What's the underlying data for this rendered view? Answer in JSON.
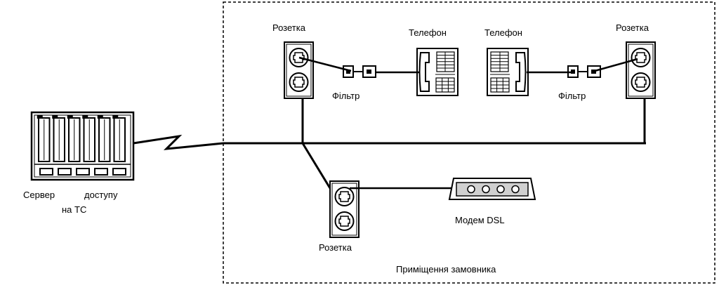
{
  "labels": {
    "outlet_top_left": "Розетка",
    "outlet_top_right": "Розетка",
    "outlet_bottom": "Розетка",
    "phone_left": "Телефон",
    "phone_right": "Телефон",
    "filter_left": "Фільтр",
    "filter_right": "Фільтр",
    "server_line1_a": "Сервер",
    "server_line1_b": "доступу",
    "server_line2": "на ТС",
    "modem": "Модем DSL",
    "premises": "Приміщення замовника"
  },
  "icons": {
    "server": "access-server-rack",
    "outlet": "wall-phone-socket",
    "filter": "dsl-splitter-filter",
    "phone": "desk-telephone",
    "modem": "dsl-modem",
    "link": "lightning-zigzag-link"
  },
  "colors": {
    "stroke": "#000000",
    "modem_body": "#d0d0d0",
    "background": "#ffffff"
  },
  "modem": {
    "led_count": 4
  }
}
